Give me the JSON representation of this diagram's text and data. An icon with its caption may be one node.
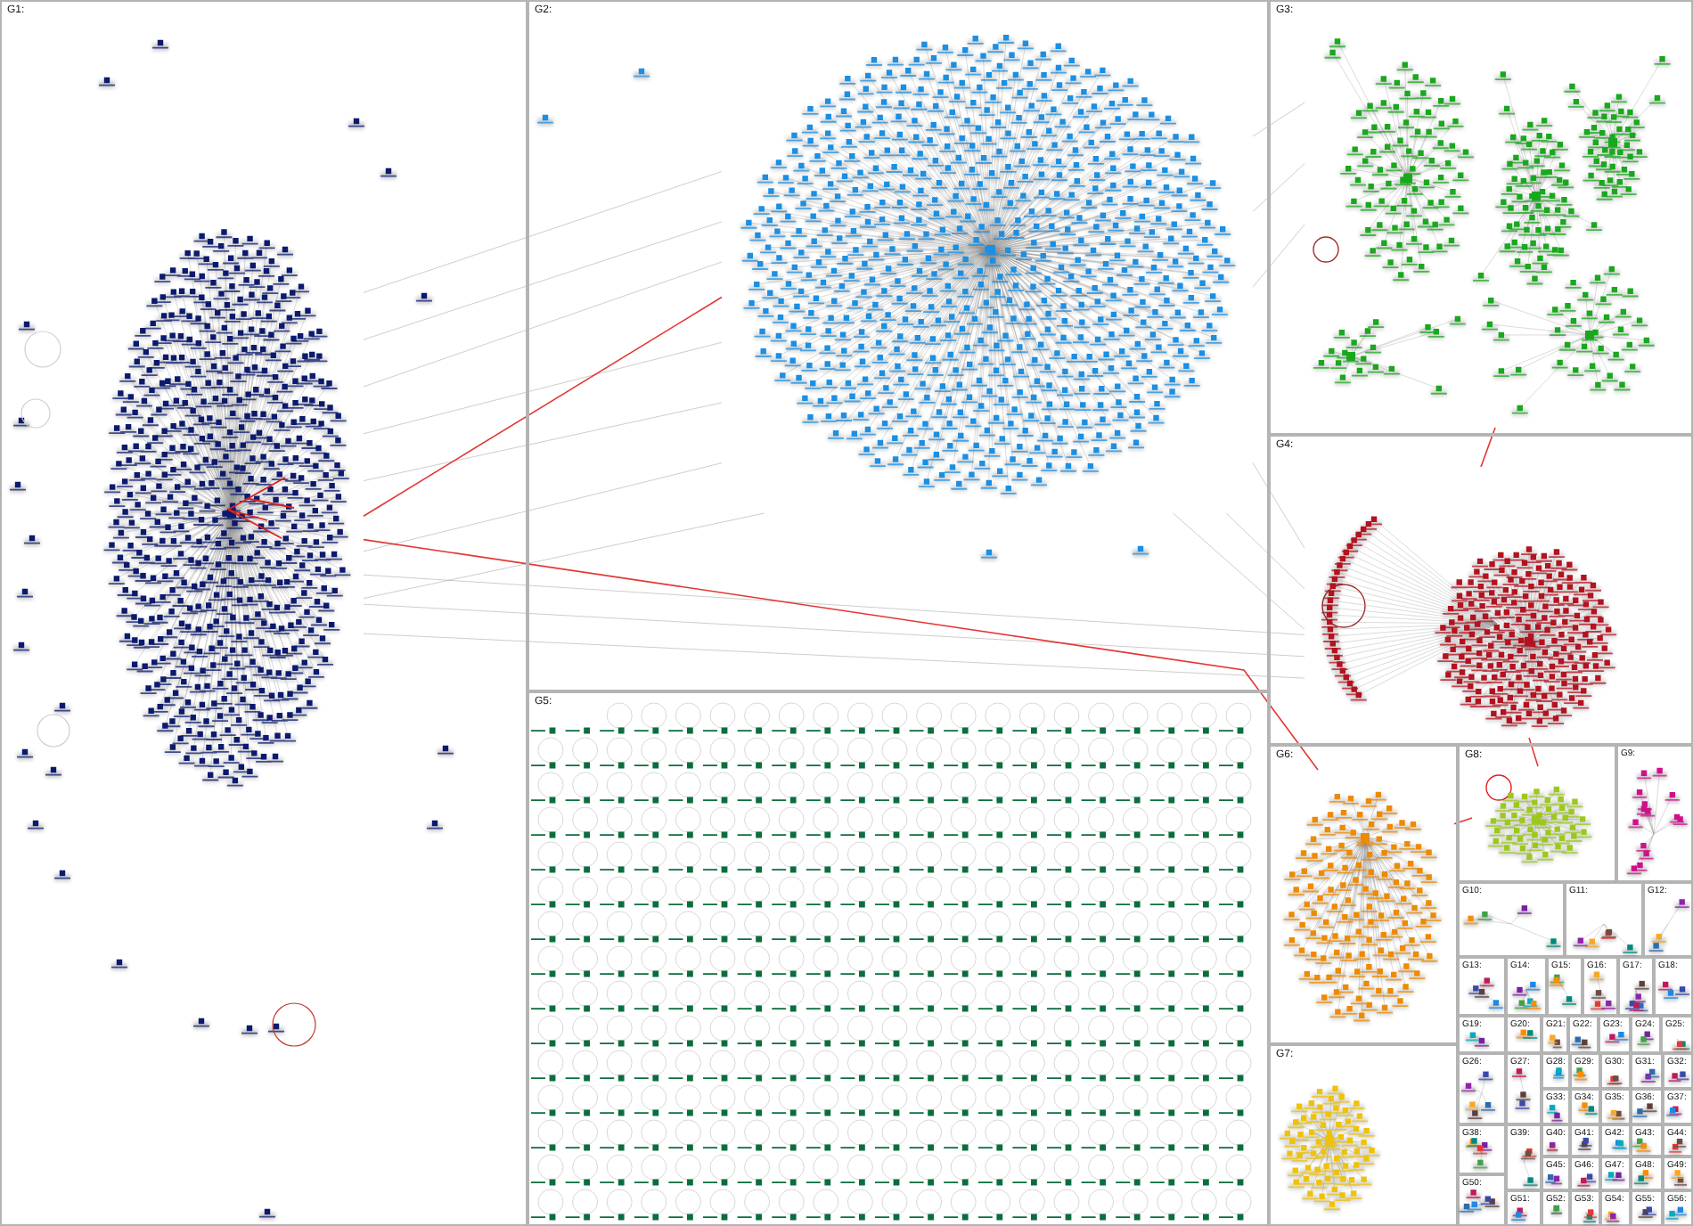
{
  "diagram": {
    "nodes": [
      {
        "text": [
          "G1:"
        ]
      },
      {
        "text": [],
        "shape": "cluster",
        "in": 0
      },
      {
        "text": [
          "G2:"
        ]
      },
      {
        "text": [],
        "shape": "cluster",
        "in": 2
      },
      {
        "text": [
          "G3:"
        ]
      },
      {
        "text": [],
        "shape": "cluster",
        "in": 4
      },
      {
        "text": [
          "G4:"
        ]
      },
      {
        "text": [],
        "shape": "cluster",
        "in": 6
      },
      {
        "text": [
          "G5:"
        ]
      },
      {
        "text": [
          "G6:"
        ]
      },
      {
        "text": [],
        "shape": "cluster",
        "in": 9
      },
      {
        "text": [
          "G7:"
        ]
      },
      {
        "text": [],
        "shape": "cluster",
        "in": 11
      },
      {
        "text": [
          "G8:"
        ]
      },
      {
        "text": [],
        "shape": "cluster",
        "in": 13
      },
      {
        "text": [
          "G9:"
        ]
      },
      {
        "text": [
          "G10:"
        ]
      },
      {
        "text": [
          "G11:"
        ]
      },
      {
        "text": [
          "G12:"
        ]
      },
      {
        "text": [
          "G13:"
        ]
      },
      {
        "text": [
          "G14:"
        ]
      },
      {
        "text": [
          "G15:"
        ]
      },
      {
        "text": [
          "G16:"
        ]
      },
      {
        "text": [
          "G17:"
        ]
      },
      {
        "text": [
          "G18:"
        ]
      },
      {
        "text": [
          "G19:"
        ]
      },
      {
        "text": [
          "G20:"
        ]
      },
      {
        "text": [
          "G21:"
        ]
      },
      {
        "text": [
          "G22:"
        ]
      },
      {
        "text": [
          "G23:"
        ]
      },
      {
        "text": [
          "G24:"
        ]
      },
      {
        "text": [
          "G25:"
        ]
      },
      {
        "text": [
          "G26:"
        ]
      },
      {
        "text": [
          "G27:"
        ]
      },
      {
        "text": [
          "G28:"
        ]
      },
      {
        "text": [
          "G29:"
        ]
      },
      {
        "text": [
          "G30:"
        ]
      },
      {
        "text": [
          "G31:"
        ]
      },
      {
        "text": [
          "G32:"
        ]
      },
      {
        "text": [
          "G33:"
        ]
      },
      {
        "text": [
          "G34:"
        ]
      },
      {
        "text": [
          "G35:"
        ]
      },
      {
        "text": [
          "G36:"
        ]
      },
      {
        "text": [
          "G37:"
        ]
      },
      {
        "text": [
          "G38:"
        ]
      },
      {
        "text": [
          "G39:"
        ]
      },
      {
        "text": [
          "G40:"
        ]
      },
      {
        "text": [
          "G41:"
        ]
      },
      {
        "text": [
          "G42:"
        ]
      },
      {
        "text": [
          "G43:"
        ]
      },
      {
        "text": [
          "G44:"
        ]
      },
      {
        "text": [
          "G45:"
        ]
      },
      {
        "text": [
          "G46:"
        ]
      },
      {
        "text": [
          "G47:"
        ]
      },
      {
        "text": [
          "G48:"
        ]
      },
      {
        "text": [
          "G49:"
        ]
      },
      {
        "text": [
          "G50:"
        ]
      },
      {
        "text": [
          "G51:"
        ]
      },
      {
        "text": [
          "G52:"
        ]
      },
      {
        "text": [
          "G53:"
        ]
      },
      {
        "text": [
          "G54:"
        ]
      },
      {
        "text": [
          "G55:"
        ]
      },
      {
        "text": [
          "G56:"
        ]
      }
    ],
    "edges": [
      {
        "from": 1,
        "to": 3,
        "arrow": "none"
      },
      {
        "from": 1,
        "to": 3,
        "arrow": "none"
      },
      {
        "from": 1,
        "to": 3,
        "arrow": "none"
      },
      {
        "from": 1,
        "to": 3,
        "arrow": "none"
      },
      {
        "from": 1,
        "to": 3,
        "arrow": "none"
      },
      {
        "from": 1,
        "to": 3,
        "arrow": "none"
      },
      {
        "from": 1,
        "to": 3,
        "arrow": "none"
      },
      {
        "from": 1,
        "to": 3,
        "arrow": "none",
        "color": "#e0201c"
      },
      {
        "from": 3,
        "to": 5,
        "arrow": "none"
      },
      {
        "from": 3,
        "to": 5,
        "arrow": "none"
      },
      {
        "from": 3,
        "to": 5,
        "arrow": "none"
      },
      {
        "from": 3,
        "to": 7,
        "arrow": "none"
      },
      {
        "from": 3,
        "to": 7,
        "arrow": "none"
      },
      {
        "from": 3,
        "to": 7,
        "arrow": "none"
      },
      {
        "from": 1,
        "to": 7,
        "arrow": "none"
      },
      {
        "from": 1,
        "to": 7,
        "arrow": "none"
      },
      {
        "from": 1,
        "to": 7,
        "arrow": "none"
      },
      {
        "from": 1,
        "to": 10,
        "arrow": "none",
        "color": "#e0201c"
      },
      {
        "from": 5,
        "to": 7,
        "arrow": "none",
        "color": "#e0201c"
      },
      {
        "from": 7,
        "to": 14,
        "arrow": "none",
        "color": "#e0201c"
      },
      {
        "from": 10,
        "to": 14,
        "arrow": "none",
        "color": "#e0201c"
      }
    ]
  }
}
